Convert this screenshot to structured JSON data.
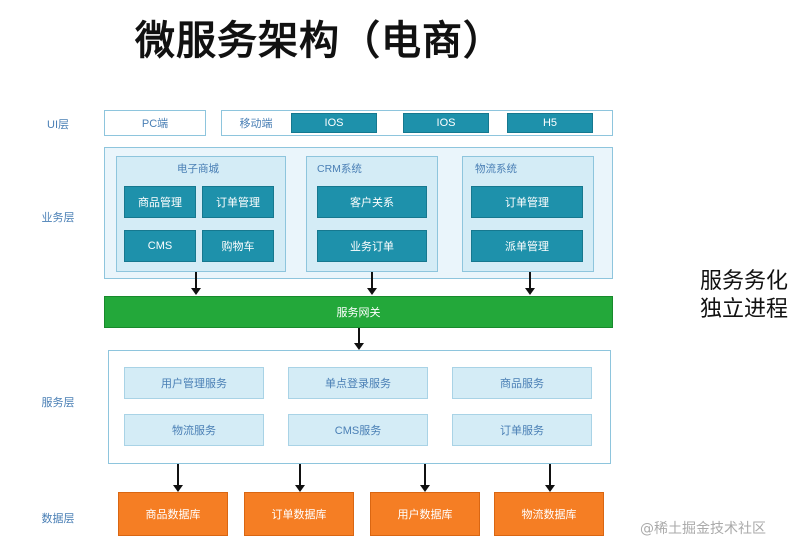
{
  "title": "微服务架构（电商）",
  "layers": {
    "ui": "UI层",
    "business": "业务层",
    "service": "服务层",
    "data": "数据层"
  },
  "ui_layer": {
    "pc": "PC端",
    "mobile_label": "移动端",
    "mobile_items": [
      "IOS",
      "IOS",
      "H5"
    ]
  },
  "business_layer": {
    "groups": [
      {
        "title": "电子商城",
        "items": [
          "商品管理",
          "订单管理",
          "CMS",
          "购物车"
        ]
      },
      {
        "title": "CRM系统",
        "items": [
          "客户关系",
          "业务订单"
        ]
      },
      {
        "title": "物流系统",
        "items": [
          "订单管理",
          "派单管理"
        ]
      }
    ]
  },
  "gateway": "服务网关",
  "service_layer": {
    "items": [
      "用户管理服务",
      "单点登录服务",
      "商品服务",
      "物流服务",
      "CMS服务",
      "订单服务"
    ]
  },
  "data_layer": {
    "items": [
      "商品数据库",
      "订单数据库",
      "用户数据库",
      "物流数据库"
    ]
  },
  "side_note": {
    "line1": "服务务化",
    "line2": "独立进程"
  },
  "watermark": "@稀土掘金技术社区",
  "colors": {
    "border": "#8ec5dd",
    "teal": "#1e91ab",
    "gateway_green": "#23a83a",
    "database_orange": "#f57e24",
    "label_blue": "#4a7fb5"
  }
}
